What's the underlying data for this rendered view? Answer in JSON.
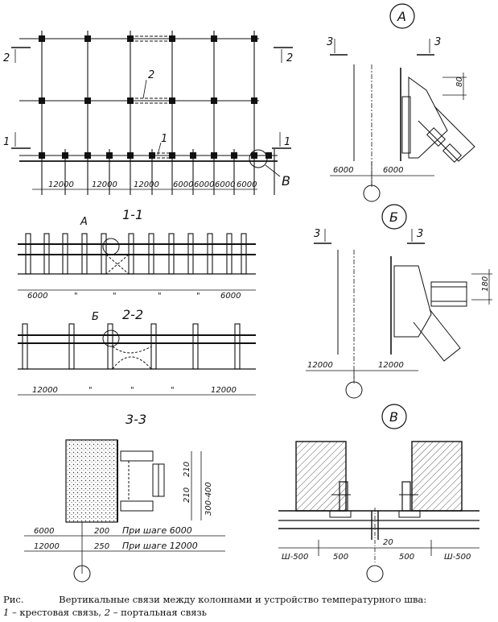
{
  "caption": {
    "prefix": "Рис.",
    "title": "Вертикальные связи между колоннами и устройство температурного шва:",
    "legend_1_num": "1",
    "legend_1_text": " – крестовая связь, ",
    "legend_2_num": "2",
    "legend_2_text": " – портальная связь"
  },
  "plan": {
    "dims": [
      "12000",
      "12000",
      "12000",
      "6000",
      "6000",
      "6000",
      "6000"
    ],
    "section_marks": [
      "2",
      "2",
      "1",
      "1"
    ],
    "callouts": [
      "2",
      "1",
      "B"
    ]
  },
  "sec11": {
    "title": "1-1",
    "callout": "A",
    "dim_ends": [
      "6000",
      "6000"
    ],
    "ditto": "\""
  },
  "sec22": {
    "title": "2-2",
    "callout": "Б",
    "dim_ends": [
      "12000",
      "12000"
    ],
    "ditto": "\""
  },
  "sec33": {
    "title": "3-3",
    "dims_row1": [
      "6000",
      "200"
    ],
    "note1": "При шаге 6000",
    "dims_row2": [
      "12000",
      "250"
    ],
    "note2": "При шаге 12000",
    "v_dims": [
      "210",
      "210",
      "300-400"
    ]
  },
  "detailA": {
    "label": "A",
    "marks": [
      "3",
      "3"
    ],
    "dim": "80",
    "dims": [
      "6000",
      "6000"
    ]
  },
  "detailB": {
    "label": "Б",
    "marks": [
      "3",
      "3"
    ],
    "dim": "180",
    "dims": [
      "12000",
      "12000"
    ]
  },
  "detailV": {
    "label": "B",
    "dims": [
      "Ш-500",
      "500",
      "20",
      "500",
      "Ш-500"
    ]
  }
}
